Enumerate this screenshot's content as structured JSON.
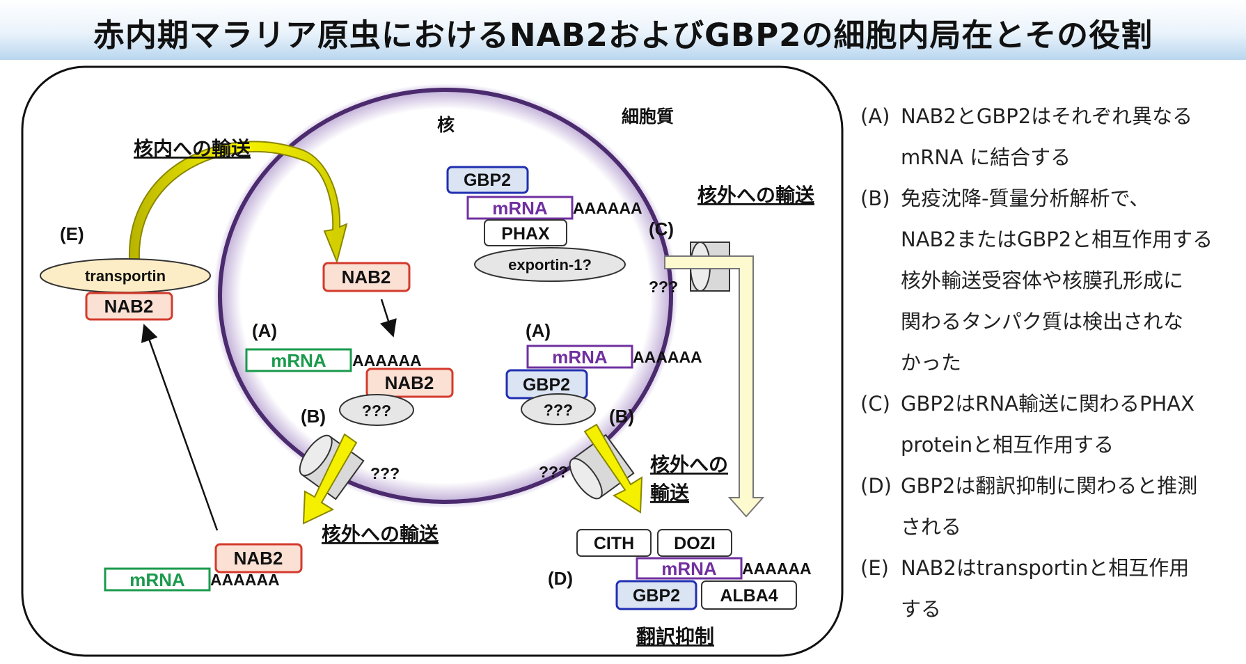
{
  "title": "赤内期マラリア原虫におけるNAB2およびGBP2の細胞内局在とその役割",
  "compartments": {
    "nucleus": "核",
    "cytoplasm": "細胞質"
  },
  "transport_labels": {
    "import": "核内への輸送",
    "export_top_right": "核外への輸送",
    "export_bottom": "核外への輸送",
    "export_mid_line1": "核外への",
    "export_mid_line2": "輸送",
    "translation_repression": "翻訳抑制"
  },
  "markers": {
    "A": "(A)",
    "B": "(B)",
    "C": "(C)",
    "D": "(D)",
    "E": "(E)"
  },
  "molecules": {
    "nab2": "NAB2",
    "gbp2": "GBP2",
    "mrna": "mRNA",
    "polya": "AAAAAA",
    "phax": "PHAX",
    "exportin": "exportin-1?",
    "transportin": "transportin",
    "unknown": "???",
    "cith": "CITH",
    "dozi": "DOZI",
    "alba4": "ALBA4"
  },
  "notes": [
    {
      "tag": "(A)",
      "lines": [
        "NAB2とGBP2はそれぞれ異なる",
        "mRNA に結合する"
      ]
    },
    {
      "tag": "(B)",
      "lines": [
        "免疫沈降-質量分析解析で、",
        "NAB2またはGBP2と相互作用する",
        "核外輸送受容体や核膜孔形成に",
        "関わるタンパク質は検出されな",
        "かった"
      ]
    },
    {
      "tag": "(C)",
      "lines": [
        "GBP2はRNA輸送に関わるPHAX",
        "proteinと相互作用する"
      ]
    },
    {
      "tag": "(D)",
      "lines": [
        "GBP2は翻訳抑制に関わると推測",
        "される"
      ]
    },
    {
      "tag": "(E)",
      "lines": [
        "NAB2はtransportinと相互作用",
        "する"
      ]
    }
  ],
  "colors": {
    "nab2_fill": "#fbe0d4",
    "nab2_stroke": "#d33a2c",
    "gbp2_fill": "#dbe4f3",
    "gbp2_stroke": "#1f2fb0",
    "mrna_green": "#1a9a4c",
    "mrna_purple": "#7030a0",
    "nucleus_border": "#4b2a6e",
    "arrow_yellow": "#f5f000",
    "arrow_pale": "#fdfad0"
  }
}
